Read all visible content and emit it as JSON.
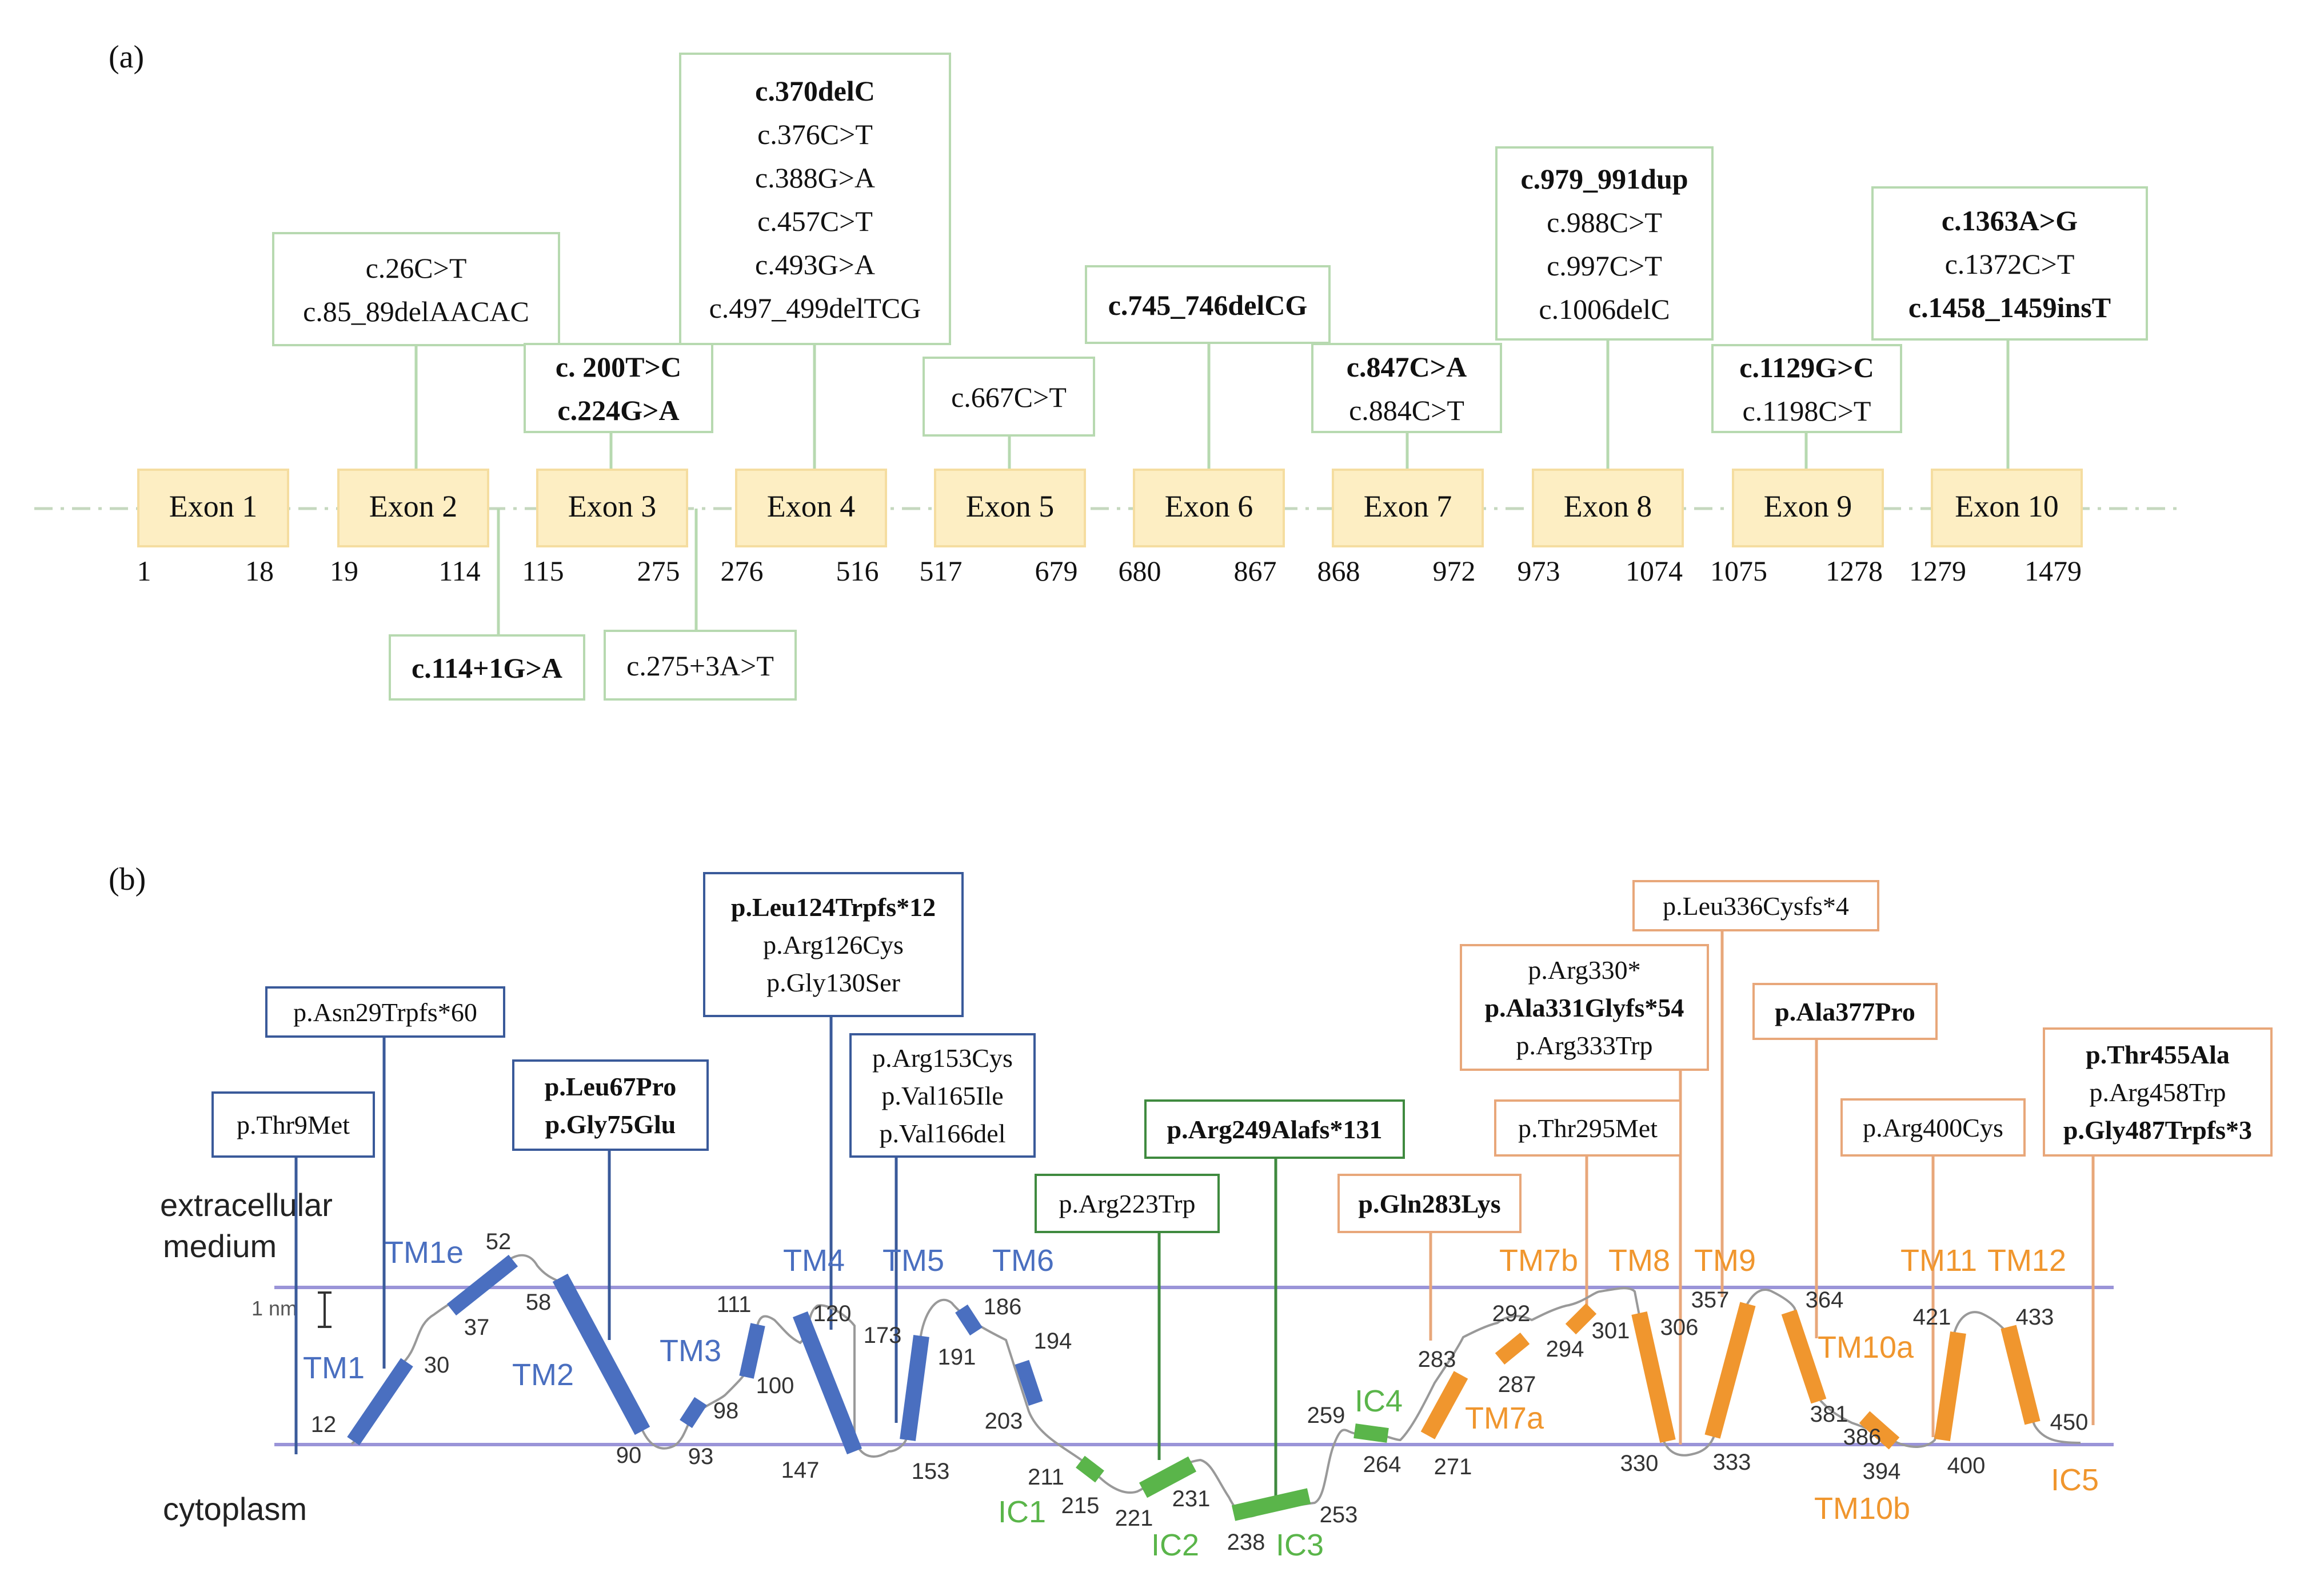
{
  "panel_a": {
    "label": "(a)",
    "exons": [
      {
        "name": "Exon 1",
        "start": "1",
        "end": "18"
      },
      {
        "name": "Exon 2",
        "start": "19",
        "end": "114"
      },
      {
        "name": "Exon 3",
        "start": "115",
        "end": "275"
      },
      {
        "name": "Exon 4",
        "start": "276",
        "end": "516"
      },
      {
        "name": "Exon 5",
        "start": "517",
        "end": "679"
      },
      {
        "name": "Exon 6",
        "start": "680",
        "end": "867"
      },
      {
        "name": "Exon 7",
        "start": "868",
        "end": "972"
      },
      {
        "name": "Exon 8",
        "start": "973",
        "end": "1074"
      },
      {
        "name": "Exon 9",
        "start": "1075",
        "end": "1278"
      },
      {
        "name": "Exon 10",
        "start": "1279",
        "end": "1479"
      }
    ],
    "variant_boxes": [
      {
        "id": "exon2",
        "lines": [
          {
            "text": "c.26C>T",
            "bold": false
          },
          {
            "text": "c.85_89delAACAC",
            "bold": false
          }
        ]
      },
      {
        "id": "exon3",
        "lines": [
          {
            "text": "c. 200T>C",
            "bold": true
          },
          {
            "text": "c.224G>A",
            "bold": true
          }
        ]
      },
      {
        "id": "exon4",
        "lines": [
          {
            "text": "c.370delC",
            "bold": true
          },
          {
            "text": "c.376C>T",
            "bold": false
          },
          {
            "text": "c.388G>A",
            "bold": false
          },
          {
            "text": "c.457C>T",
            "bold": false
          },
          {
            "text": "c.493G>A",
            "bold": false
          },
          {
            "text": "c.497_499delTCG",
            "bold": false
          }
        ]
      },
      {
        "id": "exon5",
        "lines": [
          {
            "text": "c.667C>T",
            "bold": false
          }
        ]
      },
      {
        "id": "exon6",
        "lines": [
          {
            "text": "c.745_746delCG",
            "bold": true
          }
        ]
      },
      {
        "id": "exon7",
        "lines": [
          {
            "text": "c.847C>A",
            "bold": true
          },
          {
            "text": "c.884C>T",
            "bold": false
          }
        ]
      },
      {
        "id": "exon8",
        "lines": [
          {
            "text": "c.979_991dup",
            "bold": true
          },
          {
            "text": "c.988C>T",
            "bold": false
          },
          {
            "text": "c.997C>T",
            "bold": false
          },
          {
            "text": "c.1006delC",
            "bold": false
          }
        ]
      },
      {
        "id": "exon9",
        "lines": [
          {
            "text": "c.1129G>C",
            "bold": true
          },
          {
            "text": "c.1198C>T",
            "bold": false
          }
        ]
      },
      {
        "id": "exon10",
        "lines": [
          {
            "text": "c.1363A>G",
            "bold": true
          },
          {
            "text": "c.1372C>T",
            "bold": false
          },
          {
            "text": "c.1458_1459insT",
            "bold": true
          }
        ]
      },
      {
        "id": "intron2",
        "lines": [
          {
            "text": "c.114+1G>A",
            "bold": true
          }
        ]
      },
      {
        "id": "intron3",
        "lines": [
          {
            "text": "c.275+3A>T",
            "bold": false
          }
        ]
      }
    ]
  },
  "panel_b": {
    "label": "(b)",
    "region_labels": {
      "extracellular_1": "extracellular",
      "extracellular_2": "medium",
      "cytoplasm": "cytoplasm",
      "scale": "1 nm"
    },
    "colors": {
      "blue": "#4a6fc0",
      "green": "#5ab54a",
      "orange": "#f0962e",
      "membrane": "#9a94d8",
      "box_blue": "#3a5a9a",
      "box_green": "#3f8a3f",
      "box_orange": "#e8a77a",
      "light_green": "#b7d9b0",
      "exon_fill": "#fdeec3",
      "exon_stroke": "#f5dda0"
    },
    "protein_boxes": [
      {
        "id": "thr9",
        "lines": [
          {
            "text": "p.Thr9Met",
            "bold": false
          }
        ]
      },
      {
        "id": "asn29",
        "lines": [
          {
            "text": "p.Asn29Trpfs*60",
            "bold": false
          }
        ]
      },
      {
        "id": "leu67",
        "lines": [
          {
            "text": "p.Leu67Pro",
            "bold": true
          },
          {
            "text": "p.Gly75Glu",
            "bold": true
          }
        ]
      },
      {
        "id": "leu124",
        "lines": [
          {
            "text": "p.Leu124Trpfs*12",
            "bold": true
          },
          {
            "text": "p.Arg126Cys",
            "bold": false
          },
          {
            "text": "p.Gly130Ser",
            "bold": false
          }
        ]
      },
      {
        "id": "arg153",
        "lines": [
          {
            "text": "p.Arg153Cys",
            "bold": false
          },
          {
            "text": "p.Val165Ile",
            "bold": false
          },
          {
            "text": "p.Val166del",
            "bold": false
          }
        ]
      },
      {
        "id": "arg223",
        "lines": [
          {
            "text": "p.Arg223Trp",
            "bold": false
          }
        ]
      },
      {
        "id": "arg249",
        "lines": [
          {
            "text": "p.Arg249Alafs*131",
            "bold": true
          }
        ]
      },
      {
        "id": "gln283",
        "lines": [
          {
            "text": "p.Gln283Lys",
            "bold": true
          }
        ]
      },
      {
        "id": "thr295",
        "lines": [
          {
            "text": "p.Thr295Met",
            "bold": false
          }
        ]
      },
      {
        "id": "arg330",
        "lines": [
          {
            "text": "p.Arg330*",
            "bold": false
          },
          {
            "text": "p.Ala331Glyfs*54",
            "bold": true
          },
          {
            "text": "p.Arg333Trp",
            "bold": false
          }
        ]
      },
      {
        "id": "leu336",
        "lines": [
          {
            "text": "p.Leu336Cysfs*4",
            "bold": false
          }
        ]
      },
      {
        "id": "ala377",
        "lines": [
          {
            "text": "p.Ala377Pro",
            "bold": true
          }
        ]
      },
      {
        "id": "arg400",
        "lines": [
          {
            "text": "p.Arg400Cys",
            "bold": false
          }
        ]
      },
      {
        "id": "thr455",
        "lines": [
          {
            "text": "p.Thr455Ala",
            "bold": true
          },
          {
            "text": "p.Arg458Trp",
            "bold": false
          },
          {
            "text": "p.Gly487Trpfs*3",
            "bold": true
          }
        ]
      }
    ],
    "segment_labels": [
      "TM1e",
      "TM1",
      "TM2",
      "TM3",
      "TM4",
      "TM5",
      "TM6",
      "IC1",
      "IC2",
      "IC3",
      "IC4",
      "TM7a",
      "TM7b",
      "TM8",
      "TM9",
      "TM10a",
      "TM10b",
      "TM11",
      "TM12",
      "IC5"
    ],
    "residue_numbers": [
      "12",
      "30",
      "37",
      "52",
      "58",
      "90",
      "93",
      "98",
      "100",
      "111",
      "120",
      "147",
      "153",
      "173",
      "186",
      "191",
      "194",
      "203",
      "211",
      "215",
      "221",
      "231",
      "238",
      "253",
      "259",
      "264",
      "271",
      "283",
      "287",
      "292",
      "294",
      "301",
      "306",
      "330",
      "333",
      "357",
      "364",
      "381",
      "386",
      "394",
      "400",
      "421",
      "433",
      "450"
    ]
  }
}
